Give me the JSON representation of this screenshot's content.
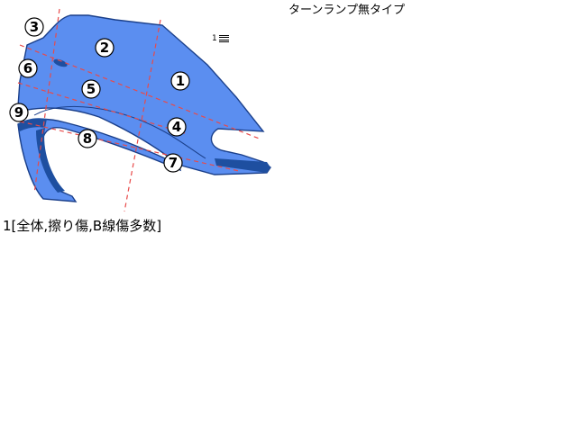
{
  "header": {
    "title": "ターンランプ無タイプ"
  },
  "page_marker": {
    "number": "1",
    "icon": "list-lines-icon"
  },
  "caption": {
    "text": "1[全体,擦り傷,B線傷多数]"
  },
  "diagram": {
    "part": "front-fender",
    "colors": {
      "body": "#5b8ef0",
      "outline": "#1a3f8a",
      "edge": "#1e4fa0",
      "dash": "#e84a4a"
    },
    "zones": [
      "1",
      "2",
      "3",
      "4",
      "5",
      "6",
      "7",
      "8",
      "9"
    ]
  }
}
